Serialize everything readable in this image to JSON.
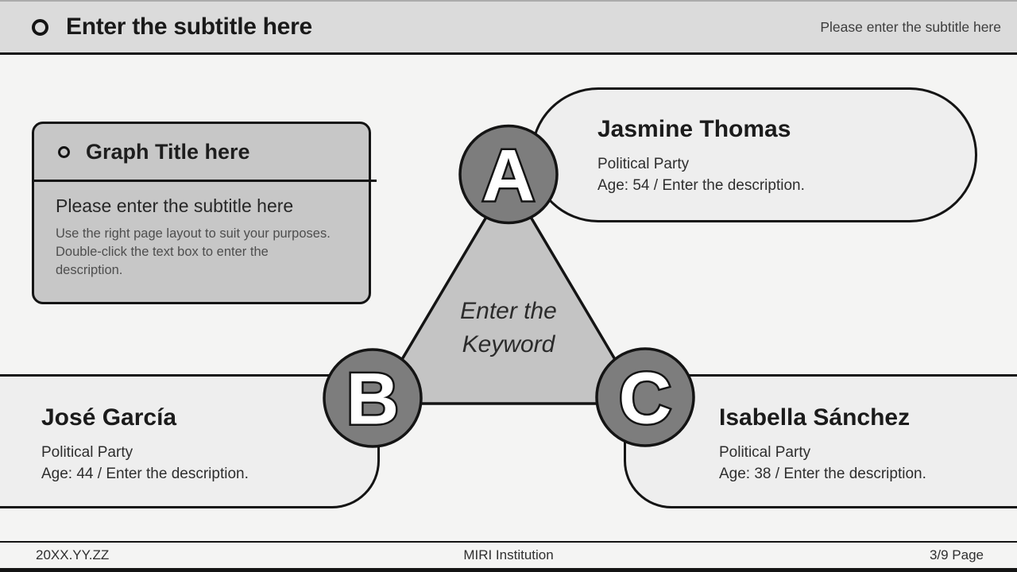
{
  "header": {
    "title": "Enter the subtitle here",
    "right_subtitle": "Please enter the subtitle here",
    "bullet_icon": "ring-icon"
  },
  "graph_card": {
    "title": "Graph Title here",
    "subtitle": "Please enter the subtitle here",
    "description": "Use the right page layout to suit your purposes. Double-click the text box to enter the description.",
    "bullet_icon": "ring-icon"
  },
  "diagram": {
    "keyword": "Enter the Keyword",
    "nodes": [
      {
        "label": "A",
        "name": "Jasmine Thomas",
        "party": "Political Party",
        "detail": "Age: 54 / Enter the description."
      },
      {
        "label": "B",
        "name": "José García",
        "party": "Political Party",
        "detail": "Age: 44 / Enter the description."
      },
      {
        "label": "C",
        "name": "Isabella Sánchez",
        "party": "Political Party",
        "detail": "Age: 38 / Enter the description."
      }
    ],
    "colors": {
      "page_bg": "#f4f4f3",
      "header_bg": "#dbdbdb",
      "card_bg": "#c7c7c7",
      "triangle_fill": "#c4c4c4",
      "circle_fill": "#7d7d7d",
      "box_fill": "#eeeeee",
      "outline": "#141414"
    }
  },
  "footer": {
    "date": "20XX.YY.ZZ",
    "institution": "MIRI Institution",
    "page": "3/9 Page"
  }
}
